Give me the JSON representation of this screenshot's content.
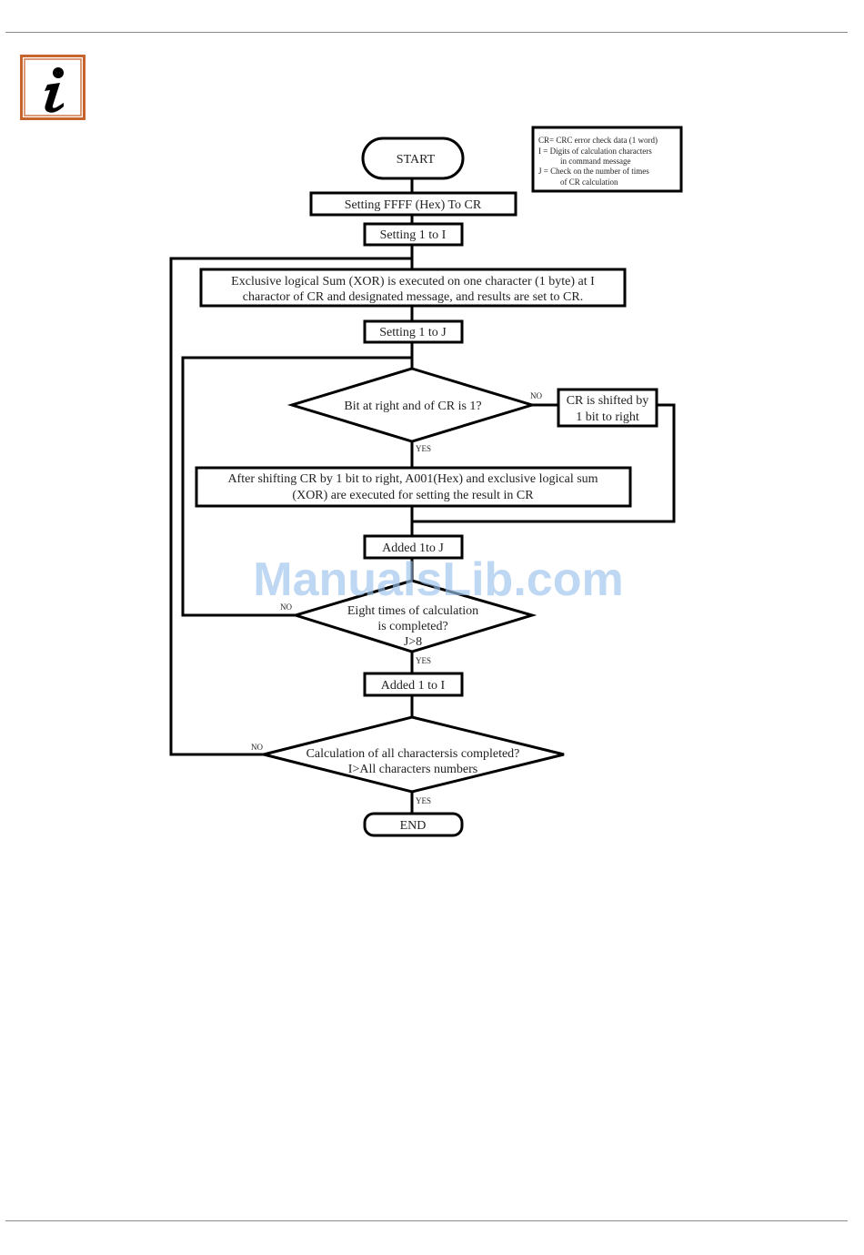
{
  "legend": {
    "line1": "CR= CRC error check data (1 word)",
    "line2": "I     = Digits of calculation characters",
    "line3": "in command message",
    "line4": "J     = Check on the number of times",
    "line5": "of CR calculation"
  },
  "nodes": {
    "start": "START",
    "set_ffff": "Setting FFFF (Hex) To CR",
    "set_i": "Setting 1 to I",
    "xor_line1": "Exclusive logical Sum (XOR) is executed on one character (1 byte) at I",
    "xor_line2": "charactor of CR and designated message, and results are set to CR.",
    "set_j": "Setting 1 to J",
    "bit_check": "Bit at right and of CR is 1?",
    "shift_line1": "CR is shifted by",
    "shift_line2": "1 bit to right",
    "after_line1": "After shifting CR by 1 bit to right, A001(Hex) and exclusive logical sum",
    "after_line2": "(XOR) are executed for setting the result in CR",
    "add_j": "Added 1to J",
    "eight_line1": "Eight times of calculation",
    "eight_line2": "is completed?",
    "eight_line3": "J>8",
    "add_i": "Added 1 to I",
    "all_line1": "Calculation of all charactersis completed?",
    "all_line2": "I>All characters numbers",
    "end": "END"
  },
  "labels": {
    "no": "NO",
    "yes": "YES"
  },
  "watermark": "ManualsLib.com"
}
